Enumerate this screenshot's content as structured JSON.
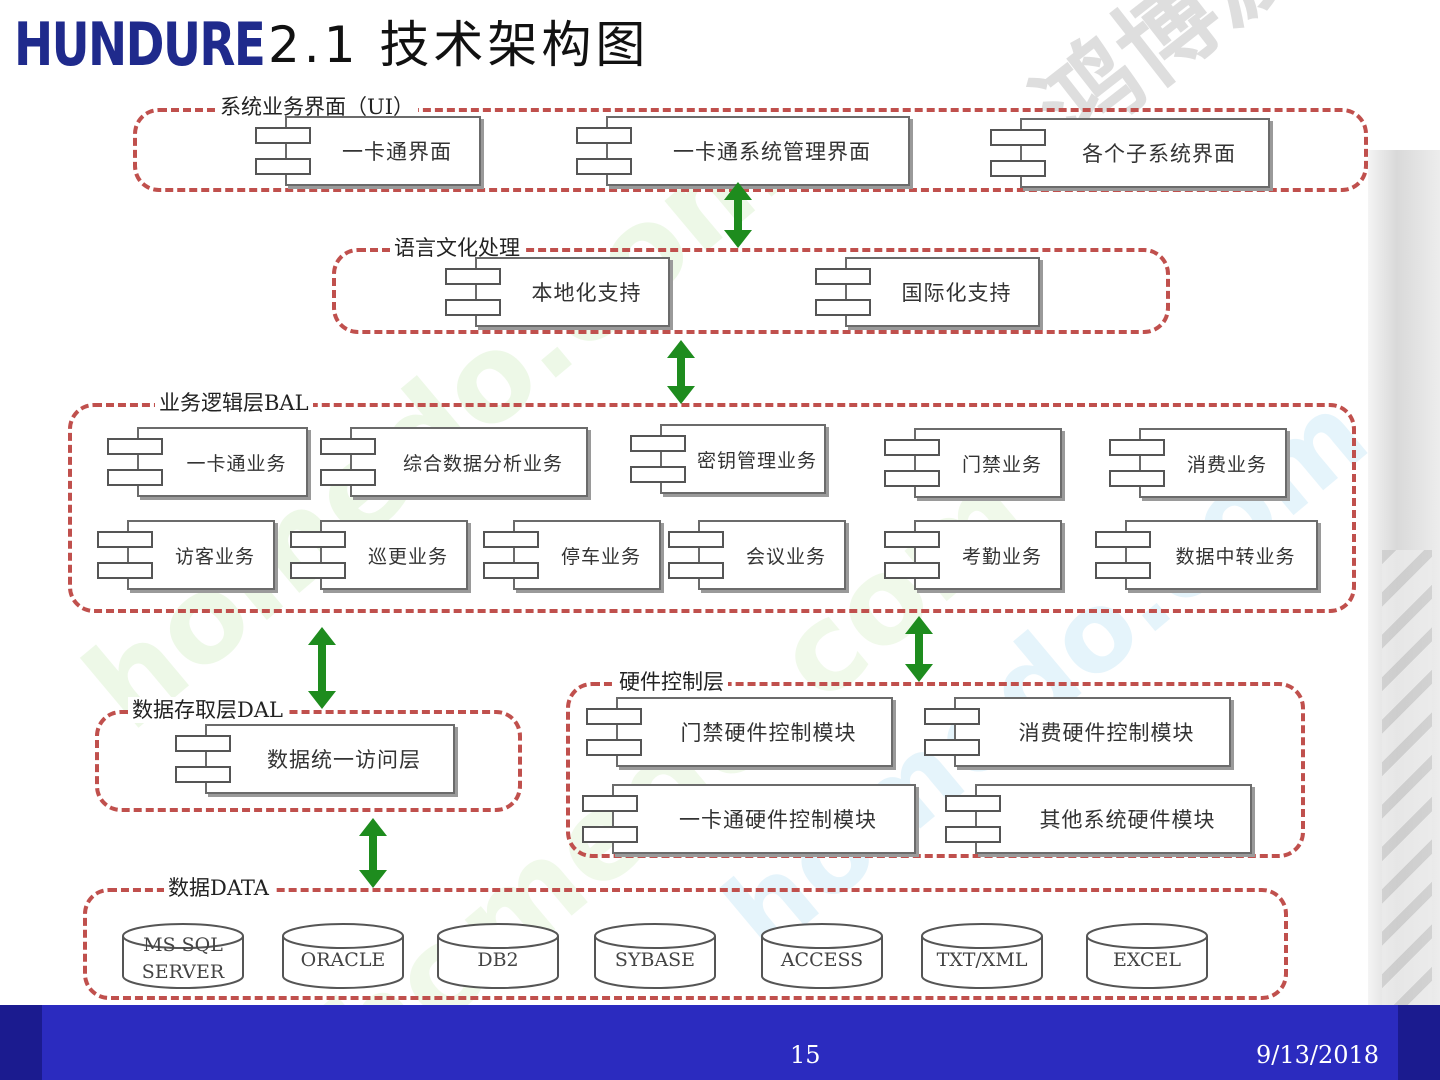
{
  "header": {
    "logo": "HUNDURE",
    "title": "2.1 技术架构图"
  },
  "watermark": {
    "text_cn": "鸿博渡",
    "text_en": "homedo.com"
  },
  "groups": {
    "ui": {
      "label": "系统业务界面（UI）",
      "components": [
        "一卡通界面",
        "一卡通系统管理界面",
        "各个子系统界面"
      ]
    },
    "lang": {
      "label": "语言文化处理",
      "components": [
        "本地化支持",
        "国际化支持"
      ]
    },
    "bal": {
      "label": "业务逻辑层BAL",
      "components": [
        "一卡通业务",
        "综合数据分析业务",
        "密钥管理业务",
        "门禁业务",
        "消费业务",
        "访客业务",
        "巡更业务",
        "停车业务",
        "会议业务",
        "考勤业务",
        "数据中转业务"
      ]
    },
    "dal": {
      "label": "数据存取层DAL",
      "components": [
        "数据统一访问层"
      ]
    },
    "hw": {
      "label": "硬件控制层",
      "components": [
        "门禁硬件控制模块",
        "消费硬件控制模块",
        "一卡通硬件控制模块",
        "其他系统硬件模块"
      ]
    },
    "data": {
      "label": "数据DATA",
      "databases": [
        "MS SQL\nSERVER",
        "ORACLE",
        "DB2",
        "SYBASE",
        "ACCESS",
        "TXT/XML",
        "EXCEL"
      ]
    }
  },
  "colors": {
    "frame": "#c0504d",
    "arrow": "#1e8c1e",
    "footer": "#2b2bbf",
    "logo": "#1f2a8c"
  },
  "footer": {
    "page": "15",
    "date": "9/13/2018"
  }
}
